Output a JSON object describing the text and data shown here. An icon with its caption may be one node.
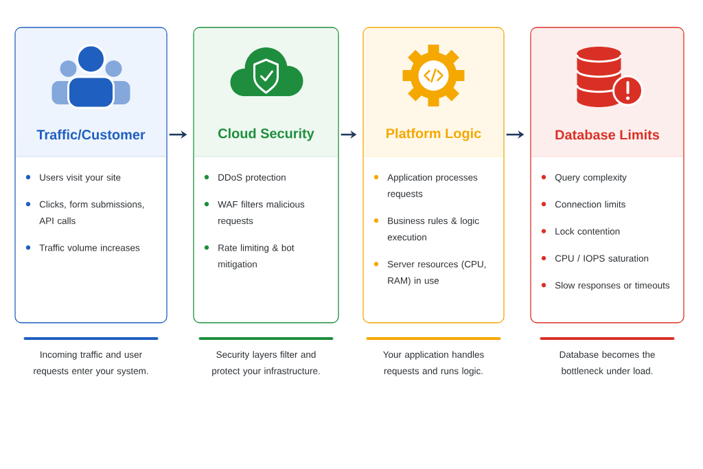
{
  "diagram": {
    "nodes": [
      {
        "text": [
          "Traffic/Customer",
          "Users visit your site",
          "Clicks, form submissions, API calls",
          "Traffic volume increases"
        ],
        "beside": [
          "Incoming traffic and user requests enter your system."
        ]
      },
      {
        "text": [
          "Cloud Security",
          "DDoS protection",
          "WAF filters malicious requests",
          "Rate limiting & bot mitigation"
        ],
        "beside": [
          "Security layers filter and protect your infrastructure."
        ]
      },
      {
        "text": [
          "Platform Logic",
          "Application processes requests",
          "Business rules & logic execution",
          "Server resources (CPU, RAM) in use"
        ],
        "beside": [
          "Your application handles requests and runs logic."
        ]
      },
      {
        "text": [
          "Database Limits",
          "Query complexity",
          "Connection limits",
          "Lock contention",
          "CPU / IOPS saturation",
          "Slow responses or timeouts"
        ],
        "beside": [
          "Database becomes the bottleneck under load."
        ]
      }
    ],
    "edges": [
      {
        "from": 0,
        "to": 1,
        "arrow": "to"
      },
      {
        "from": 1,
        "to": 2,
        "arrow": "to"
      },
      {
        "from": 2,
        "to": 3,
        "arrow": "to"
      }
    ]
  }
}
